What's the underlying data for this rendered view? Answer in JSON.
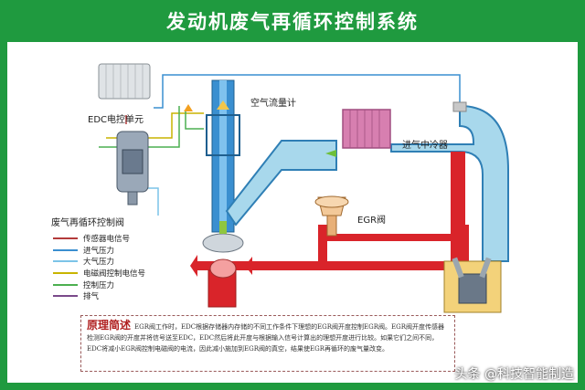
{
  "title": "发动机废气再循环控制系统",
  "labels": {
    "edc": "EDC电控单元",
    "air_flow": "空气流量计",
    "intercooler": "进气中冷器",
    "egr_valve": "EGR阀",
    "egr_control": "废气再循环控制阀"
  },
  "legend": [
    {
      "label": "传感器电信号",
      "color": "#b33a3a"
    },
    {
      "label": "进气压力",
      "color": "#3a8fd0"
    },
    {
      "label": "大气压力",
      "color": "#7cc4e8"
    },
    {
      "label": "电磁阀控制电信号",
      "color": "#c8b400"
    },
    {
      "label": "控制压力",
      "color": "#4caf50"
    },
    {
      "label": "排气",
      "color": "#7a4a8a"
    }
  ],
  "summary": {
    "heading": "原理简述",
    "text": "EGR阀工作时，EDC根据存储器内存储的不同工作条件下理想的EGR阀开度控制EGR阀。EGR阀开度传感器检测EGR阀的开度并将信号送至EDC，EDC然后将此开度与根据输入信号计算出的理想开度进行比较。如果它们之间不同，EDC将减小EGR阀控制电磁阀的电流，因此减小施加到EGR阀的真空，结果使EGR再循环的废气量改变。"
  },
  "watermark": "头条 @科技智能制造",
  "colors": {
    "frame": "#1f9a3f",
    "intake": "#a8d8ec",
    "exhaust": "#d9242a",
    "intercooler": "#d77fb0"
  }
}
